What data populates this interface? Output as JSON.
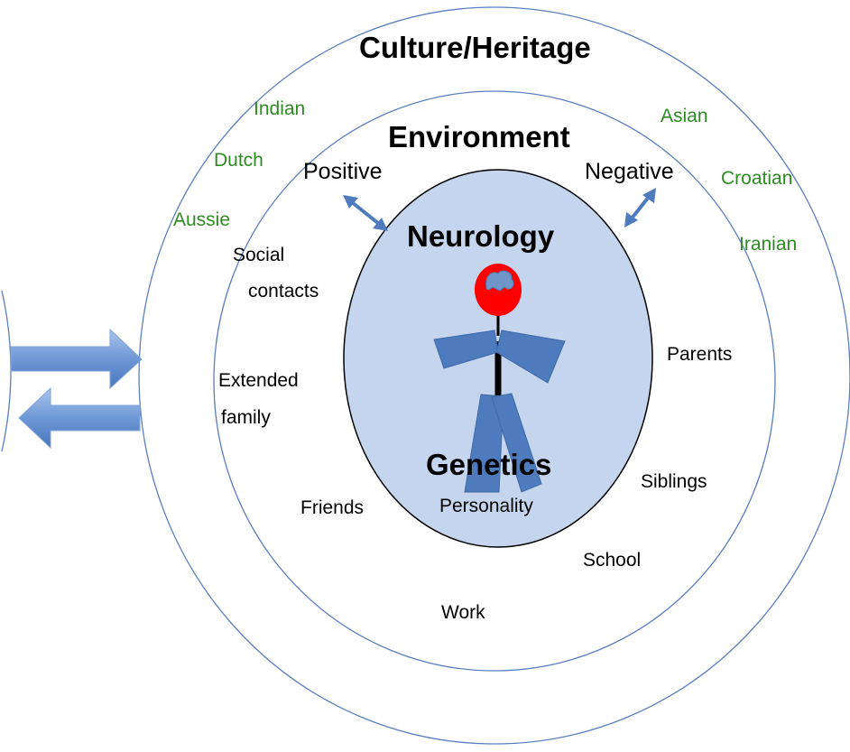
{
  "colors": {
    "ring_stroke": "#5a7fbf",
    "inner_fill": "#c5d5ee",
    "figure_blue": "#4d7bbd",
    "head_red": "#ff0000",
    "brain_blue": "#6f95c9",
    "culture_text": "#2e8b23"
  },
  "icons": {
    "figure": "person-figure",
    "brain": "brain-icon",
    "arrow_right": "right-arrow",
    "arrow_left": "left-arrow",
    "double_arrow": "double-headed-arrow"
  },
  "culture": {
    "title": "Culture/Heritage",
    "groups": [
      "Indian",
      "Dutch",
      "Aussie",
      "Asian",
      "Croatian",
      "Iranian"
    ]
  },
  "environment": {
    "title": "Environment",
    "positive": "Positive",
    "negative": "Negative",
    "items": [
      "Social",
      "contacts",
      "Extended",
      "family",
      "Friends",
      "Work",
      "School",
      "Siblings",
      "Parents"
    ]
  },
  "core": {
    "neurology": "Neurology",
    "genetics": "Genetics",
    "personality": "Personality"
  }
}
